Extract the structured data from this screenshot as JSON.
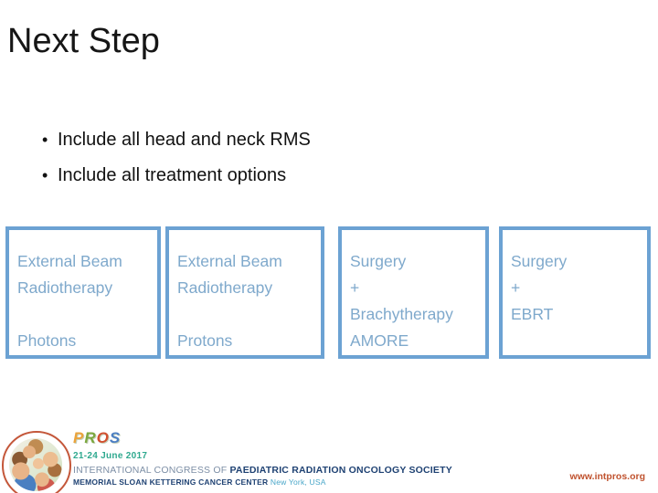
{
  "slide": {
    "title": "Next Step",
    "bullets": [
      "Include all head and neck RMS",
      "Include all treatment options"
    ]
  },
  "treatment_boxes": [
    {
      "lines": [
        "External Beam Radiotherapy",
        "",
        "Photons"
      ]
    },
    {
      "lines": [
        "External Beam Radiotherapy",
        "",
        "Protons"
      ]
    },
    {
      "lines": [
        "Surgery",
        "+",
        "Brachytherapy",
        "AMORE"
      ]
    },
    {
      "lines": [
        "Surgery",
        "+",
        "EBRT"
      ]
    }
  ],
  "footer": {
    "logo": {
      "letters": [
        "P",
        "R",
        "O",
        "S"
      ],
      "photo_icon": "children-group-photo"
    },
    "dates": "21-24 June 2017",
    "congress_prefix": "INTERNATIONAL CONGRESS OF",
    "congress_name": "PAEDIATRIC RADIATION ONCOLOGY SOCIETY",
    "venue": "MEMORIAL SLOAN KETTERING CANCER CENTER",
    "venue_location": "New York, USA",
    "website": "www.intpros.org"
  },
  "colors": {
    "box_border": "#6CA2D3",
    "box_text": "#7FA9CC",
    "dates_teal": "#2FA98F",
    "navy": "#1F4273",
    "congress_prefix_gray": "#7D8FA6",
    "location_blue": "#4AA7C9",
    "website_orange": "#C0532F",
    "pros_p": "#EBA33C",
    "pros_r": "#7CA83F",
    "pros_o": "#D2502F",
    "pros_s": "#4C7FC4",
    "ring_orange": "#C4573A"
  }
}
